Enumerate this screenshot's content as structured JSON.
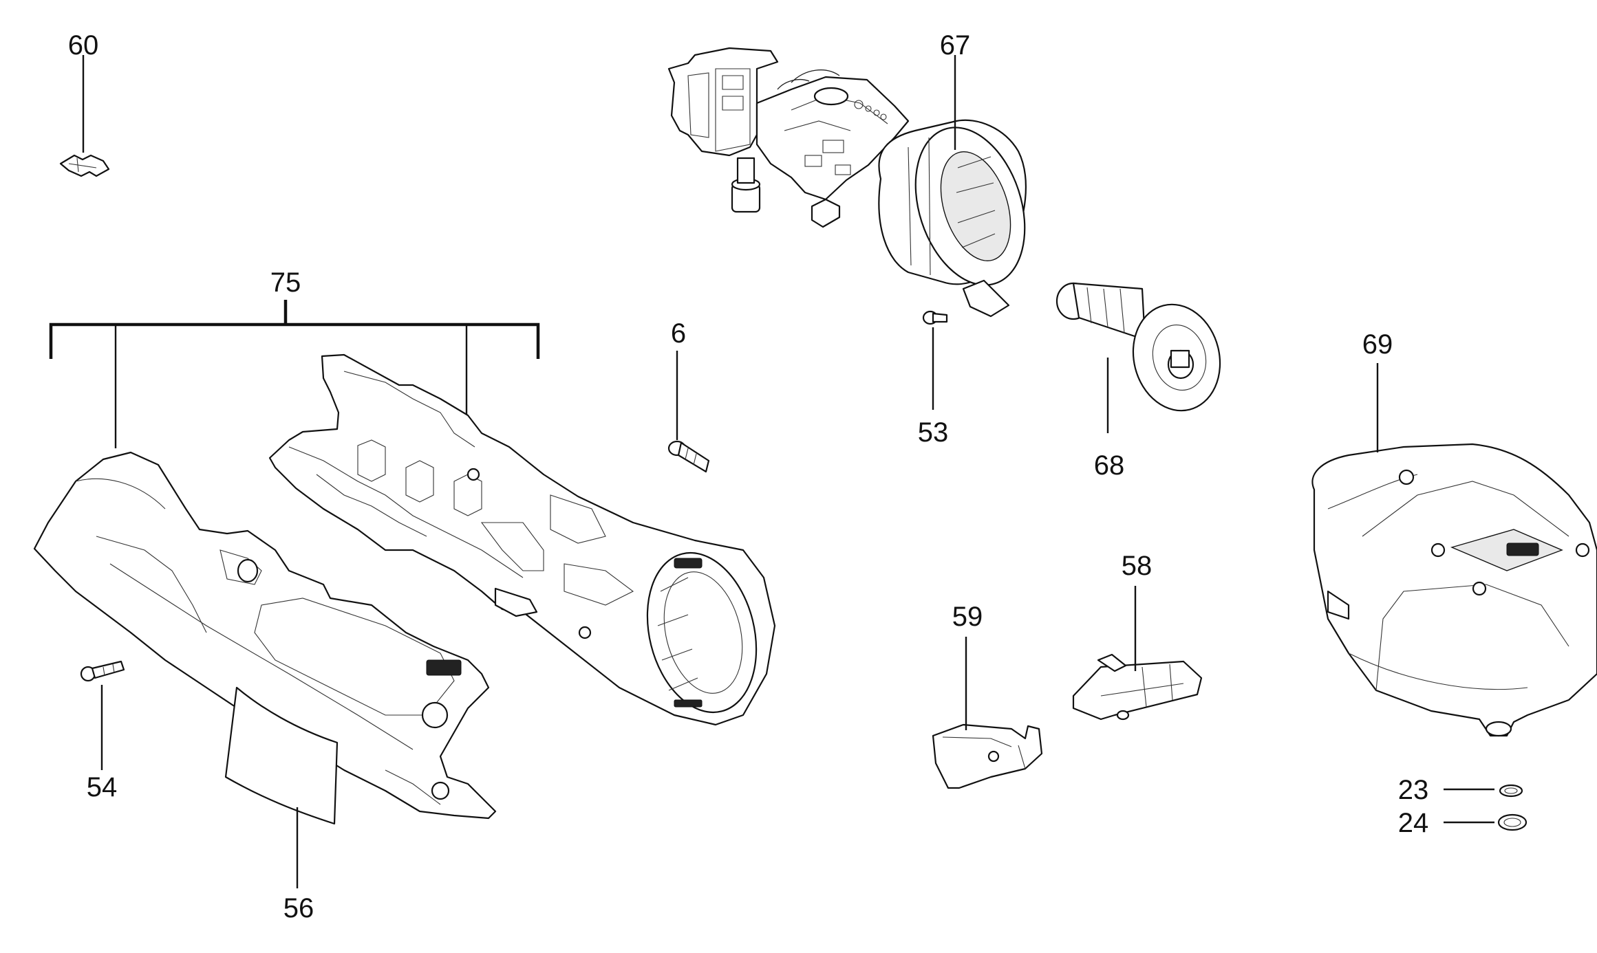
{
  "diagram": {
    "callouts": [
      {
        "id": "c60",
        "label": "60"
      },
      {
        "id": "c67",
        "label": "67"
      },
      {
        "id": "c75",
        "label": "75"
      },
      {
        "id": "c6",
        "label": "6"
      },
      {
        "id": "c53",
        "label": "53"
      },
      {
        "id": "c68",
        "label": "68"
      },
      {
        "id": "c69",
        "label": "69"
      },
      {
        "id": "c58",
        "label": "58"
      },
      {
        "id": "c59",
        "label": "59"
      },
      {
        "id": "c54",
        "label": "54"
      },
      {
        "id": "c56",
        "label": "56"
      },
      {
        "id": "c23",
        "label": "23"
      },
      {
        "id": "c24",
        "label": "24"
      }
    ]
  }
}
